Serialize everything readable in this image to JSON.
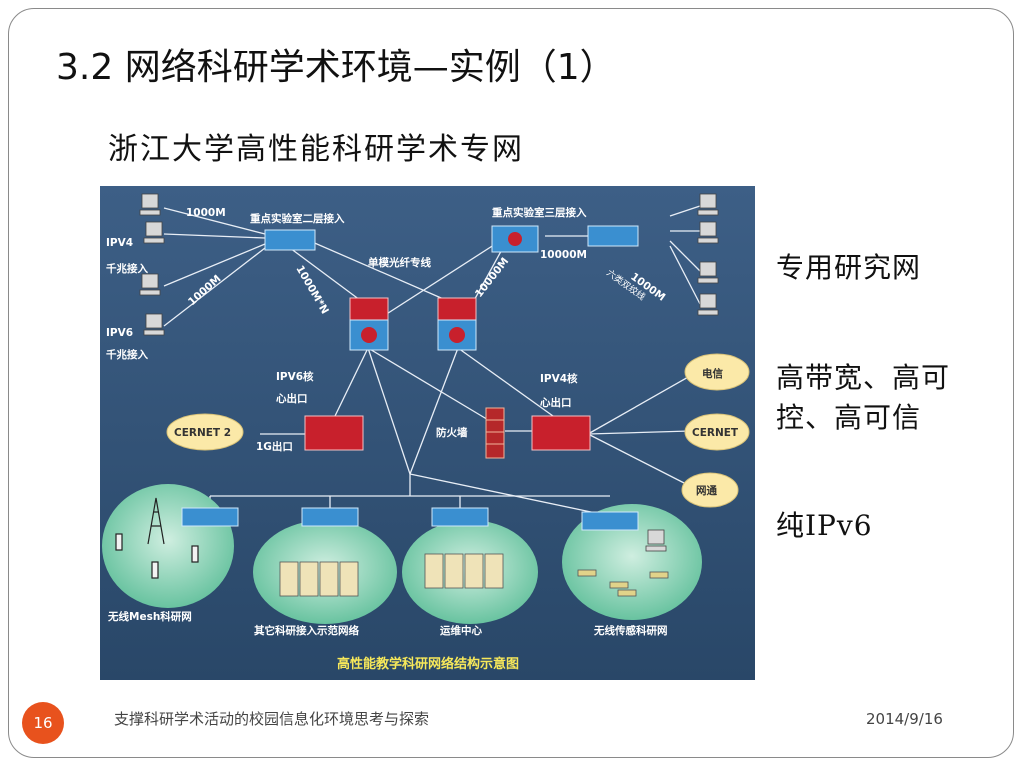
{
  "slide": {
    "title": "3.2 网络科研学术环境—实例（1）",
    "subtitle": "浙江大学高性能科研学术专网",
    "bullets": [
      "专用研究网",
      "高带宽、高可控、高可信",
      "纯IPv6"
    ],
    "page_number": "16",
    "footer_text": "支撑科研学术活动的校园信息化环境思考与探索",
    "footer_date": "2014/9/16"
  },
  "diagram": {
    "lab_floor2": "重点实验室二层接入",
    "lab_floor3": "重点实验室三层接入",
    "link_1000m_top": "1000M",
    "link_1000m_left": "1000M",
    "ipv4_access": "IPV4",
    "ipv6_access": "IPV6",
    "gigabit_access_1": "千兆接入",
    "gigabit_access_2": "千兆接入",
    "link_1000m_n": "1000M*N",
    "single_mode_fiber": "单模光纤专线",
    "link_10000m_1": "10000M",
    "link_10000m_2": "10000M",
    "link_1000m_right": "1000M",
    "dual_stack": "六类双绞线",
    "ipv6_core_1": "IPV6核",
    "ipv6_core_2": "心出口",
    "ipv4_core_1": "IPV4核",
    "ipv4_core_2": "心出口",
    "cernet2": "CERNET 2",
    "exit_1g": "1G出口",
    "firewall": "防火墙",
    "telecom": "电信",
    "cernet": "CERNET",
    "netcom": "网通",
    "wireless_mesh": "无线Mesh科研网",
    "other_access": "其它科研接入示范网络",
    "ops_center": "运维中心",
    "sensor_net": "无线传感科研网",
    "caption": "高性能教学科研网络结构示意图"
  },
  "colors": {
    "accent": "#e8521d",
    "diagram_bg": "#2f4f73",
    "router_red": "#c8202c",
    "switch_blue": "#3a8fd0",
    "cloud": "#fbe9a8",
    "label_yellow": "#f7e85a"
  }
}
